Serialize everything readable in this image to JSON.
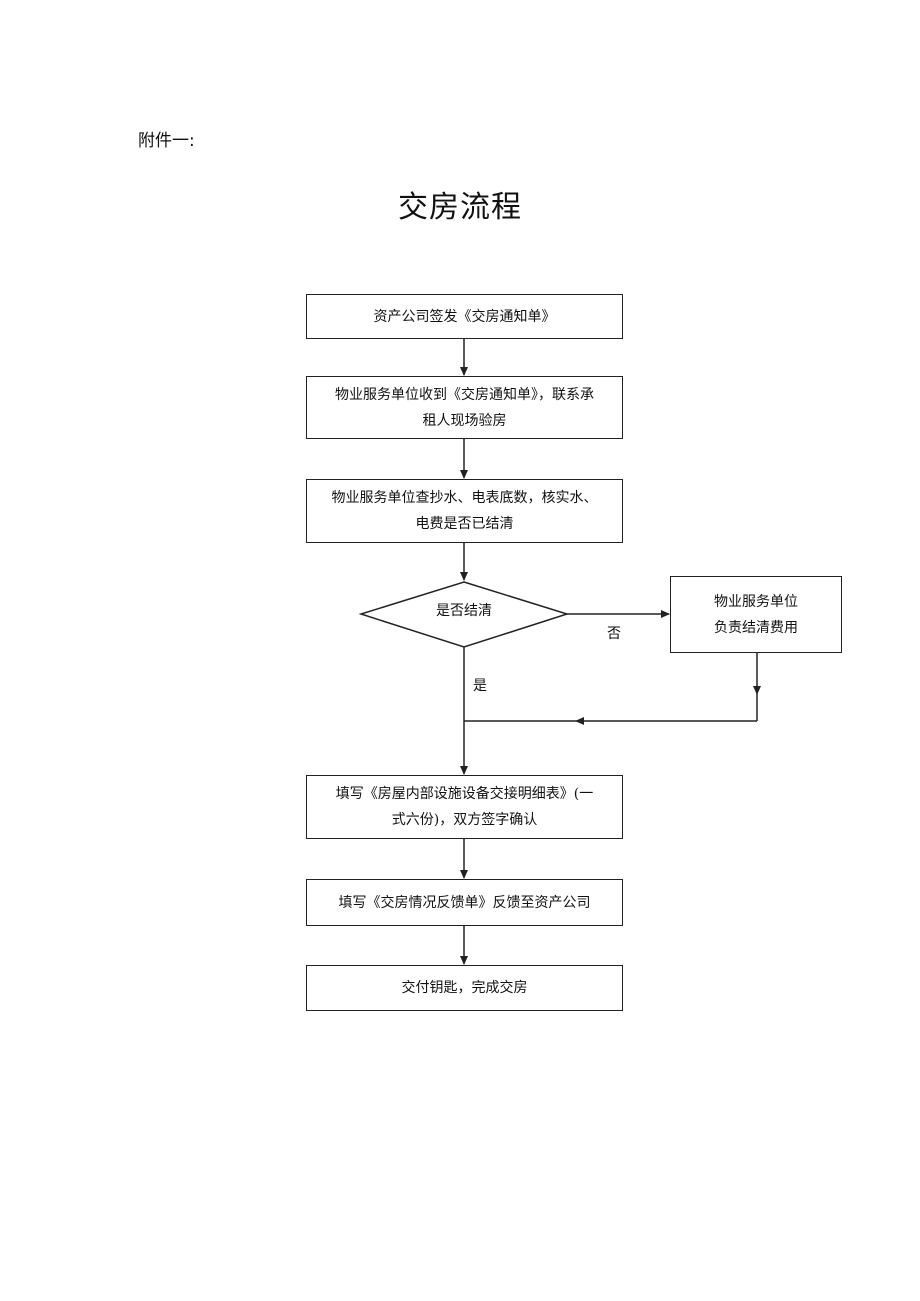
{
  "header": {
    "attachment_label": "附件一:",
    "title": "交房流程"
  },
  "flow": {
    "step1": "资产公司签发《交房通知单》",
    "step2_line1": "物业服务单位收到《交房通知单》，联系承",
    "step2_line2": "租人现场验房",
    "step3_line1": "物业服务单位查抄水、电表底数，核实水、",
    "step3_line2": "电费是否已结清",
    "decision": "是否结清",
    "branch_no_label": "否",
    "branch_yes_label": "是",
    "side_line1": "物业服务单位",
    "side_line2": "负责结清费用",
    "step4_line1": "填写《房屋内部设施设备交接明细表》(一",
    "step4_line2": "式六份)，双方签字确认",
    "step5": "填写《交房情况反馈单》反馈至资产公司",
    "step6": "交付钥匙，完成交房"
  }
}
